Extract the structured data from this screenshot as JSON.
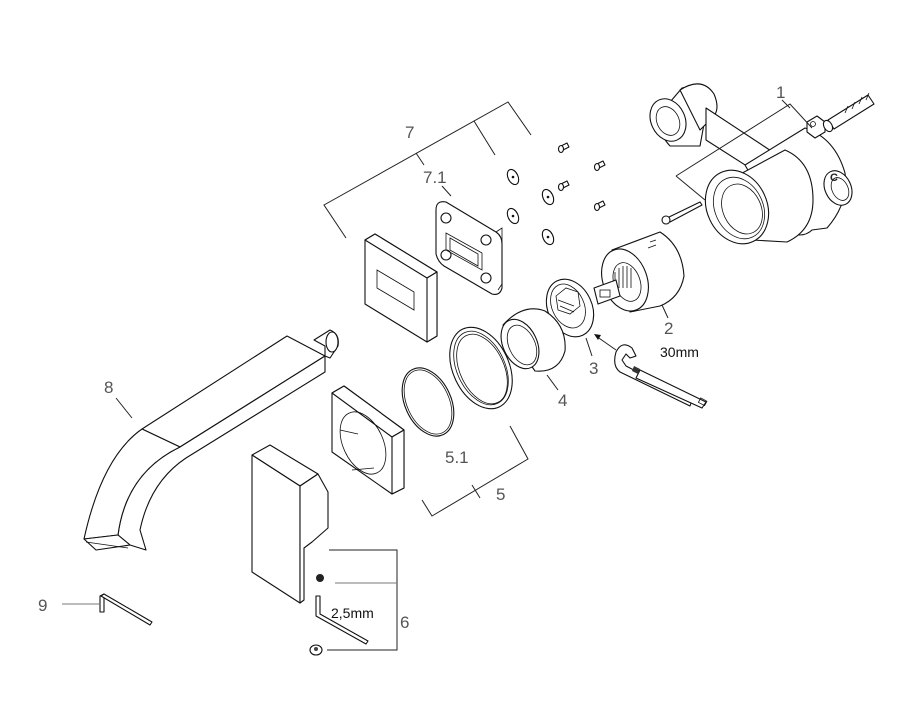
{
  "diagram": {
    "type": "exploded-view",
    "colors": {
      "line": "#111111",
      "label": "#555555",
      "background": "#ffffff"
    },
    "labels": [
      {
        "id": "1",
        "text": "1"
      },
      {
        "id": "2",
        "text": "2"
      },
      {
        "id": "3",
        "text": "3"
      },
      {
        "id": "4",
        "text": "4"
      },
      {
        "id": "5",
        "text": "5"
      },
      {
        "id": "5.1",
        "text": "5.1"
      },
      {
        "id": "6",
        "text": "6"
      },
      {
        "id": "7",
        "text": "7"
      },
      {
        "id": "7.1",
        "text": "7.1"
      },
      {
        "id": "8",
        "text": "8"
      },
      {
        "id": "9",
        "text": "9"
      }
    ],
    "tool_sizes": {
      "wrench": "30mm",
      "hex_key": "2,5mm"
    }
  }
}
